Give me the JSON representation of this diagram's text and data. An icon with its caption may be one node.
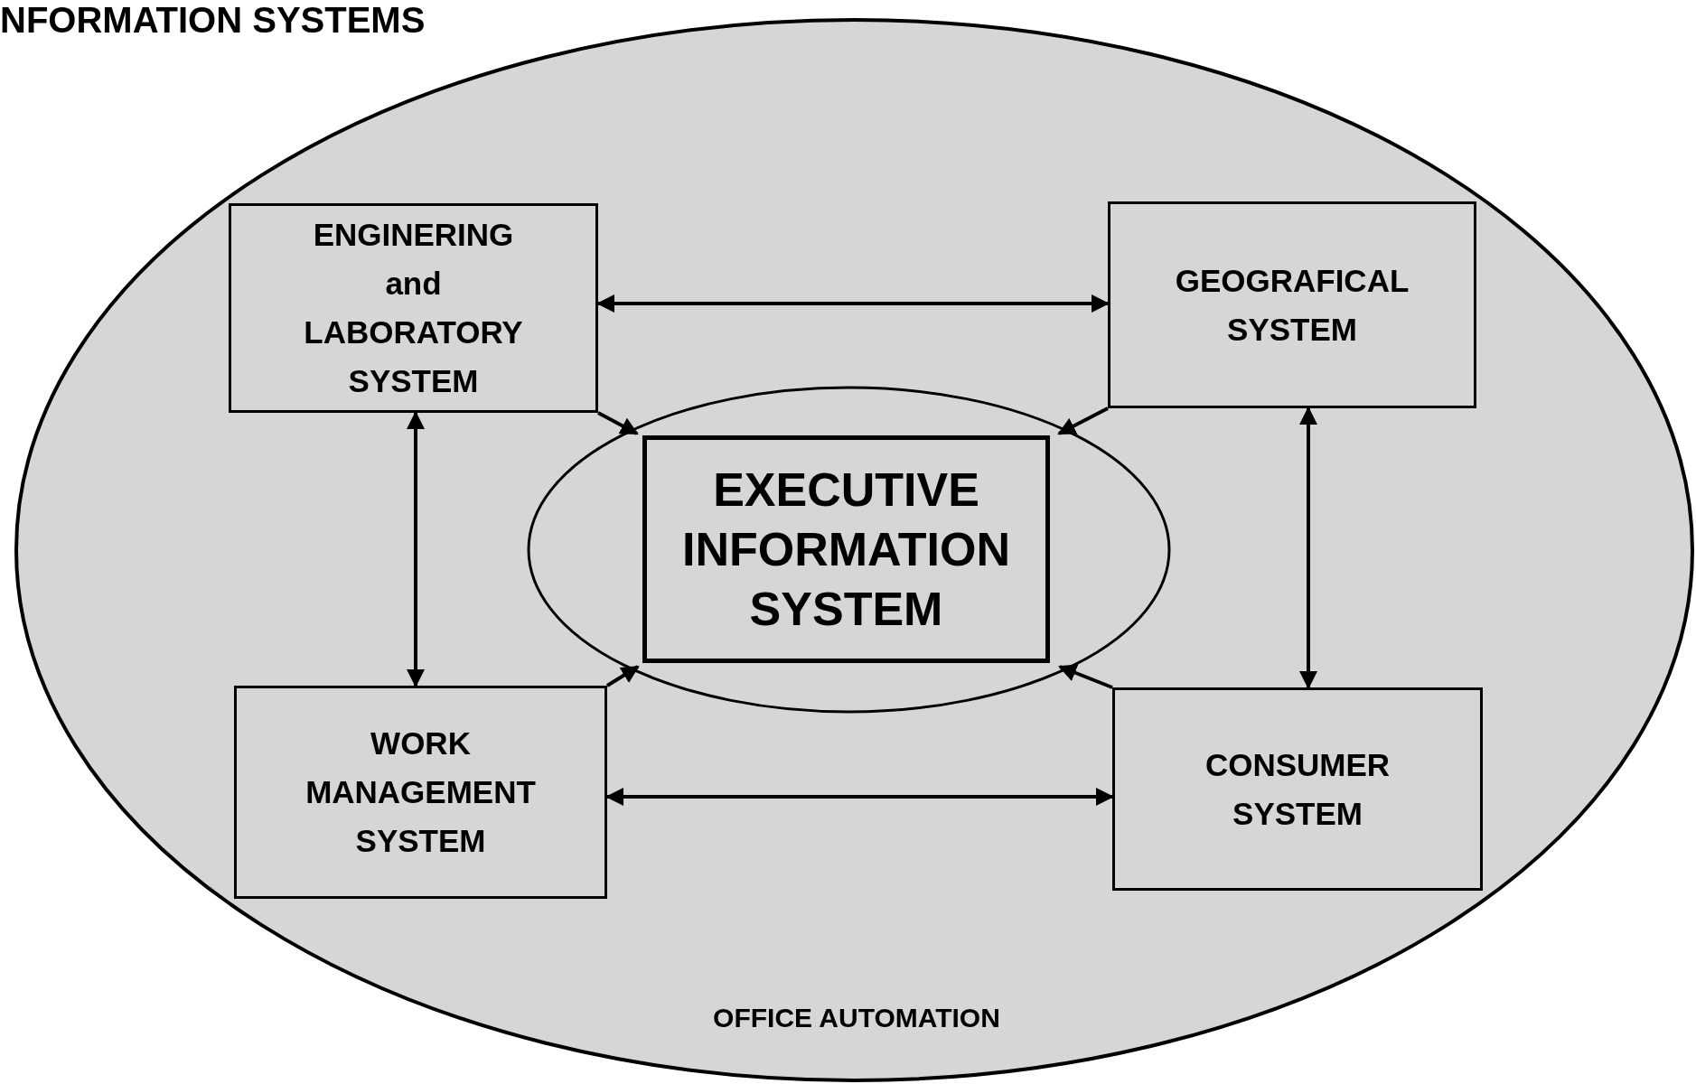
{
  "diagram": {
    "title": "NFORMATION SYSTEMS",
    "nodes": [
      {
        "text": [
          "OFFICE AUTOMATION"
        ]
      },
      {
        "text": [],
        "shape": "ellipse",
        "in": 0
      },
      {
        "text": [
          "EXECUTIVE INFORMATION SYSTEM"
        ],
        "in": 1
      },
      {
        "text": [
          "ENGINERING and LABORATORY SYSTEM"
        ],
        "in": 0
      },
      {
        "text": [
          "GEOGRAFICAL SYSTEM"
        ],
        "in": 0
      },
      {
        "text": [
          "WORK MANAGEMENT SYSTEM"
        ],
        "in": 0
      },
      {
        "text": [
          "CONSUMER SYSTEM"
        ],
        "in": 0
      }
    ],
    "edges": [
      {
        "from": 3,
        "to": 4,
        "arrow": "both"
      },
      {
        "from": 3,
        "to": 5,
        "arrow": "both"
      },
      {
        "from": 4,
        "to": 6,
        "arrow": "both"
      },
      {
        "from": 5,
        "to": 6,
        "arrow": "both"
      },
      {
        "from": 3,
        "to": 1,
        "arrow": "to"
      },
      {
        "from": 4,
        "to": 1,
        "arrow": "to"
      },
      {
        "from": 5,
        "to": 1,
        "arrow": "to"
      },
      {
        "from": 6,
        "to": 1,
        "arrow": "to"
      }
    ]
  }
}
